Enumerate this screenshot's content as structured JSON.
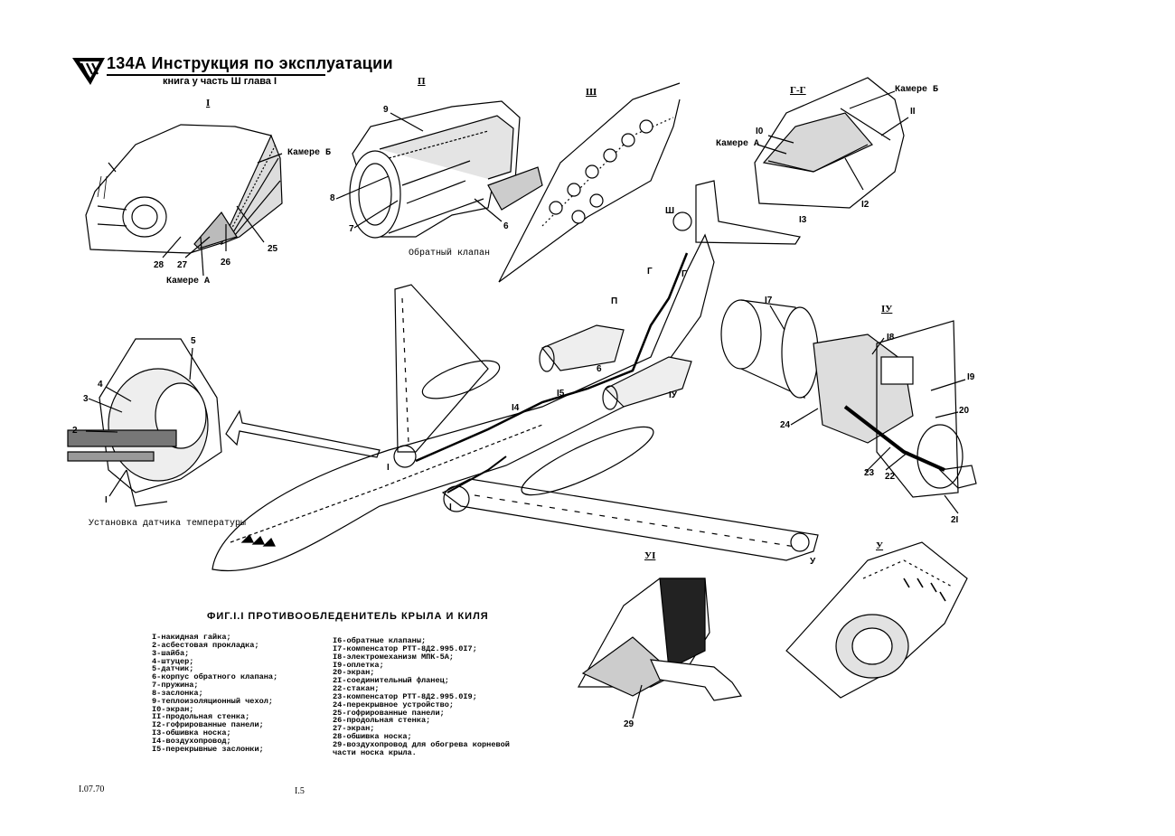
{
  "header": {
    "title": "134А Инструкция по эксплуатации",
    "subtitle": "книга у часть Ш глава I"
  },
  "views": {
    "v1": {
      "label": "I",
      "caption_a": "Камере Б",
      "caption_b": "Камере А",
      "n25": "25",
      "n26": "26",
      "n27": "27",
      "n28": "28"
    },
    "v2": {
      "label": "П",
      "caption": "Обратный клапан",
      "n9": "9",
      "n8": "8",
      "n7": "7",
      "n6": "6"
    },
    "v3": {
      "label": "Ш"
    },
    "vgg": {
      "label": "Г-Г",
      "caption_b": "Камере Б",
      "caption_a": "Камере А",
      "n10": "I0",
      "n11": "II",
      "n12": "I2",
      "n13": "I3"
    },
    "sensor": {
      "caption": "Установка датчика температуры",
      "n1": "I",
      "n2": "2",
      "n3": "3",
      "n4": "4",
      "n5": "5"
    },
    "aircraft": {
      "l3": "Ш",
      "lg1": "Г",
      "lg2": "Г",
      "lp": "П",
      "l6": "6",
      "l15": "I5",
      "l14": "I4",
      "lIV": "IУ",
      "lI": "I",
      "lI2": "I",
      "lV": "У"
    },
    "v4": {
      "label": "IУ",
      "n17": "I7",
      "n18": "I8",
      "n19": "I9",
      "n20": "20",
      "n21": "2I",
      "n22": "22",
      "n23": "23",
      "n24": "24"
    },
    "v5": {
      "label": "У"
    },
    "v6": {
      "label": "УI",
      "n29": "29"
    }
  },
  "figure_title": "ФИГ.I.I ПРОТИВООБЛЕДЕНИТЕЛЬ КРЫЛА И КИЛЯ",
  "legend_left": [
    "I-накидная гайка;",
    "2-асбестовая прокладка;",
    "3-шайба;",
    "4-штуцер;",
    "5-датчик;",
    "6-корпус обратного клапана;",
    "7-пружина;",
    "8-заслонка;",
    "9-теплоизоляционный чехол;",
    "I0-экран;",
    "II-продольная стенка;",
    "I2-гофрированные панели;",
    "I3-обшивка носка;",
    "I4-воздухопровод;",
    "I5-перекрывные заслонки;"
  ],
  "legend_right": [
    "I6-обратные клапаны;",
    "I7-компенсатор РТТ-8Д2.995.0I7;",
    "I8-электромеханизм МПК-5А;",
    "I9-оплетка;",
    "20-экран;",
    "2I-соединительный фланец;",
    "22-стакан;",
    "23-компенсатор РТТ-8Д2.995.0I9;",
    "24-перекрывное устройство;",
    "25-гофрированные панели;",
    "26-продольная стенка;",
    "27-экран;",
    "28-обшивка носка;",
    "29-воздухопровод для обогрева корневой",
    "   части носка крыла."
  ],
  "footer": {
    "date": "I.07.70",
    "page": "I.5"
  }
}
